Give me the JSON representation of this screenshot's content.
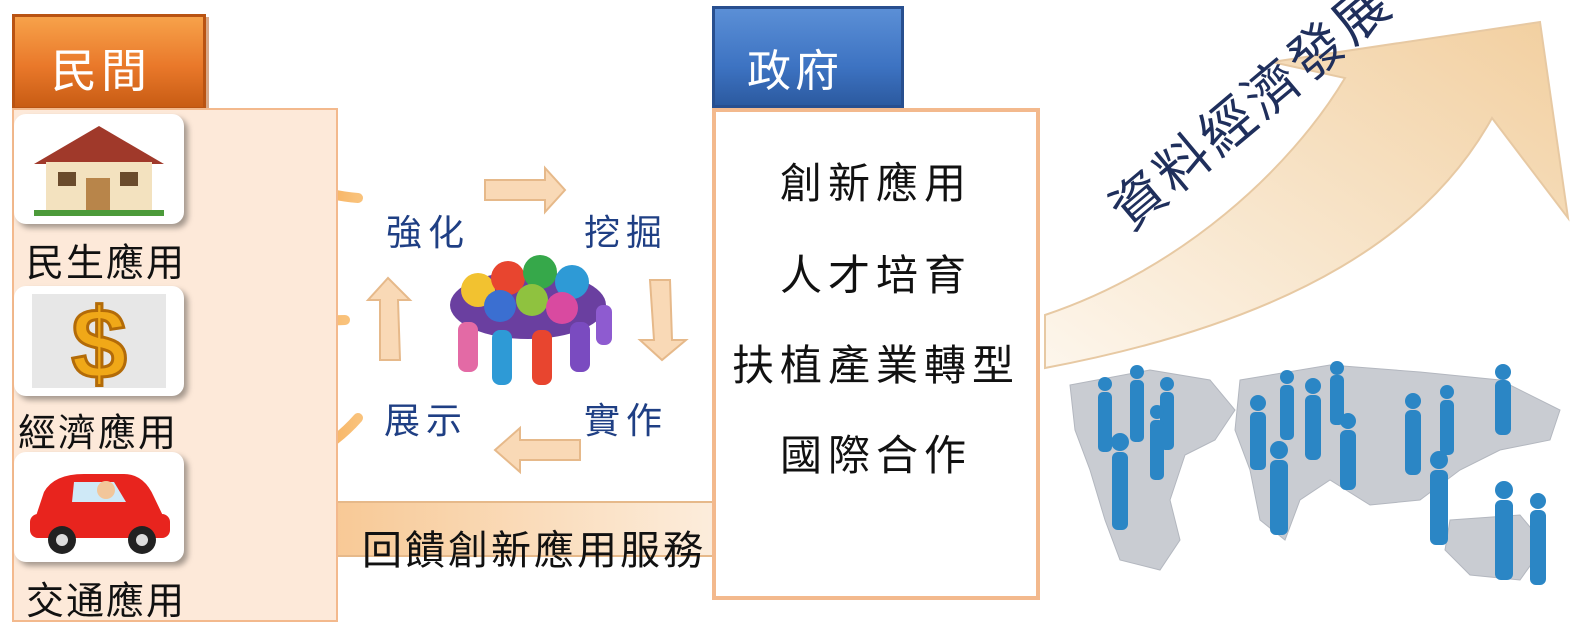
{
  "civil": {
    "header": "民間",
    "items": [
      {
        "label": "民生應用",
        "icon": "house-icon"
      },
      {
        "label": "經濟應用",
        "icon": "dollar-icon"
      },
      {
        "label": "交通應用",
        "icon": "car-icon"
      }
    ]
  },
  "cycle": {
    "strengthen": "強化",
    "mine": "挖掘",
    "implement": "實作",
    "showcase": "展示",
    "center_icon": "team-huddle-icon"
  },
  "government": {
    "header": "政府",
    "items": [
      "創新應用",
      "人才培育",
      "扶植產業轉型",
      "國際合作"
    ]
  },
  "feedback_label": "回饋創新應用服務",
  "growth_label": "資料經濟發展",
  "colors": {
    "civil": "#e9782a",
    "government": "#3d73c2",
    "civil_panel": "#fde9d9",
    "cycle_text": "#1f3f84"
  }
}
